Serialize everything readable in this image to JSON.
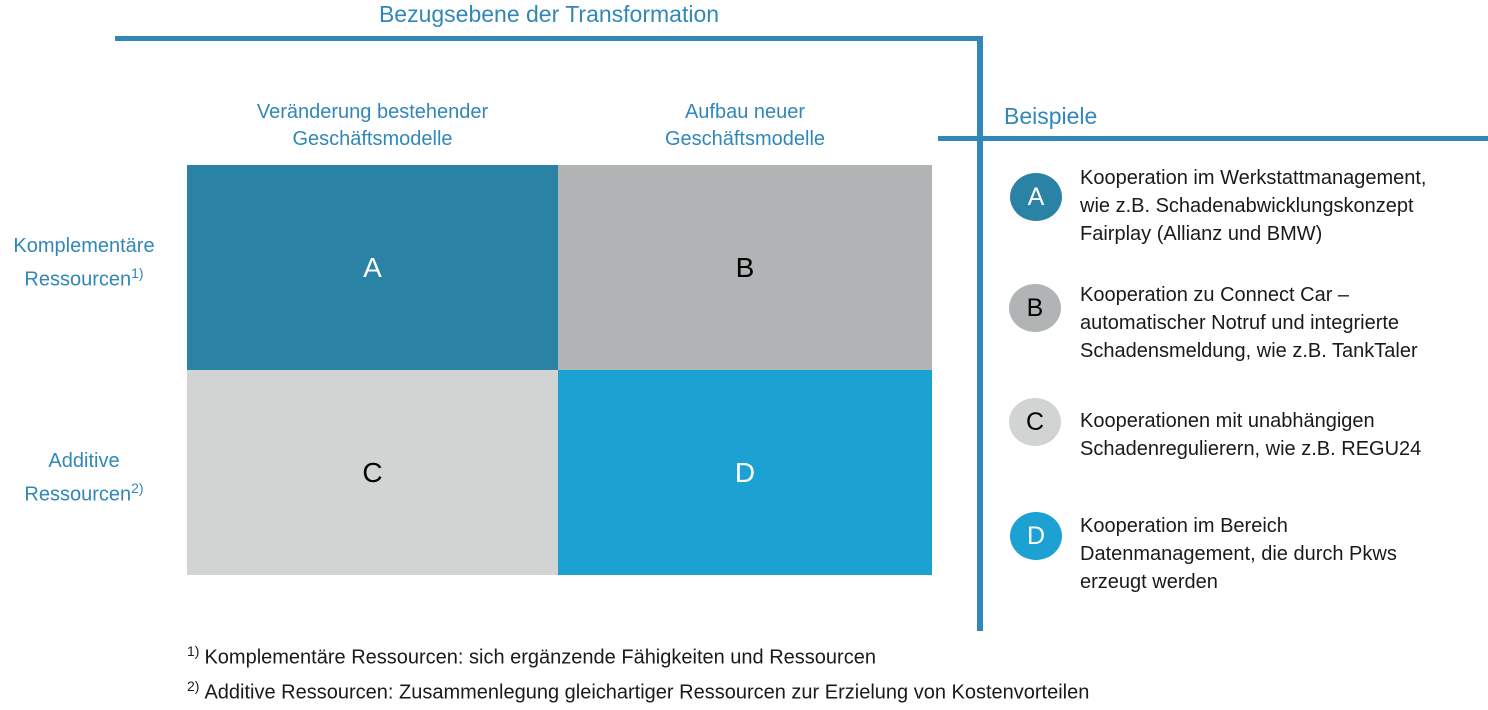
{
  "accent_color": "#3187b8",
  "title": "Bezugsebene der Transformation",
  "matrix": {
    "columns": [
      "Veränderung bestehender\nGeschäftsmodelle",
      "Aufbau neuer\nGeschäftsmodelle"
    ],
    "rows": [
      {
        "line1": "Komplementäre",
        "line2": "Ressourcen",
        "sup": "1)"
      },
      {
        "line1": "Additive",
        "line2": "Ressourcen",
        "sup": "2)"
      }
    ],
    "quadrants": [
      {
        "label": "A",
        "color": "#2a82a4",
        "text_color": "#ffffff"
      },
      {
        "label": "B",
        "color": "#b0b4b5",
        "text_color": "#000000"
      },
      {
        "label": "C",
        "color": "#d2d4d3",
        "text_color": "#000000"
      },
      {
        "label": "D",
        "color": "#1ca1d3",
        "text_color": "#ffffff"
      }
    ]
  },
  "examples": {
    "heading": "Beispiele",
    "items": [
      {
        "label": "A",
        "badge_color": "#2a82a4",
        "badge_text_color": "#ffffff",
        "text": "Kooperation im Werkstattmanagement,\nwie z.B. Schadenabwicklungskonzept\nFairplay (Allianz und BMW)"
      },
      {
        "label": "B",
        "badge_color": "#b1b4b5",
        "badge_text_color": "#000000",
        "text": "Kooperation zu Connect Car –\nautomatischer Notruf und integrierte\nSchadensmeldung, wie z.B. TankTaler"
      },
      {
        "label": "C",
        "badge_color": "#d2d4d3",
        "badge_text_color": "#000000",
        "text": "Kooperationen mit unabhängigen\nSchadenregulierern, wie z.B. REGU24"
      },
      {
        "label": "D",
        "badge_color": "#1ca1d3",
        "badge_text_color": "#ffffff",
        "text": "Kooperation im Bereich\nDatenmanagement, die durch Pkws\nerzeugt werden"
      }
    ]
  },
  "footnotes": [
    {
      "marker": "1)",
      "text": "Komplementäre Ressourcen: sich ergänzende Fähigkeiten und Ressourcen"
    },
    {
      "marker": "2)",
      "text": "Additive Ressourcen: Zusammenlegung gleichartiger Ressourcen zur Erzielung von Kostenvorteilen"
    }
  ]
}
